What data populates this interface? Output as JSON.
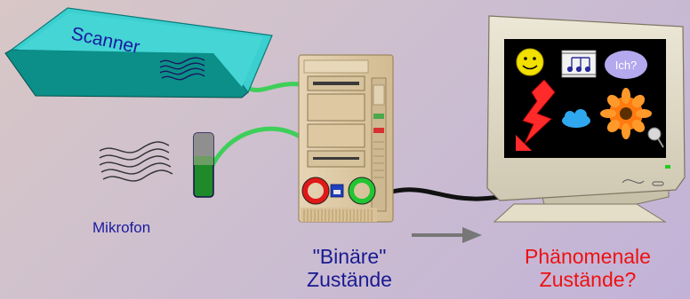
{
  "scanner": {
    "label": "Scanner"
  },
  "microphone": {
    "label": "Mikrofon"
  },
  "computer": {
    "state_label_line1": "\"Binäre\"",
    "state_label_line2": "Zustände"
  },
  "monitor": {
    "speech_bubble_text": "Ich?",
    "state_label_line1": "Phänomenale",
    "state_label_line2": "Zustände?"
  },
  "colors": {
    "background": "#cfc0cf",
    "cable_green": "#3ecf5a",
    "cable_black": "#111111",
    "label_blue": "#1a1a90",
    "label_red": "#ee1111",
    "arrow_gray": "#777777"
  }
}
